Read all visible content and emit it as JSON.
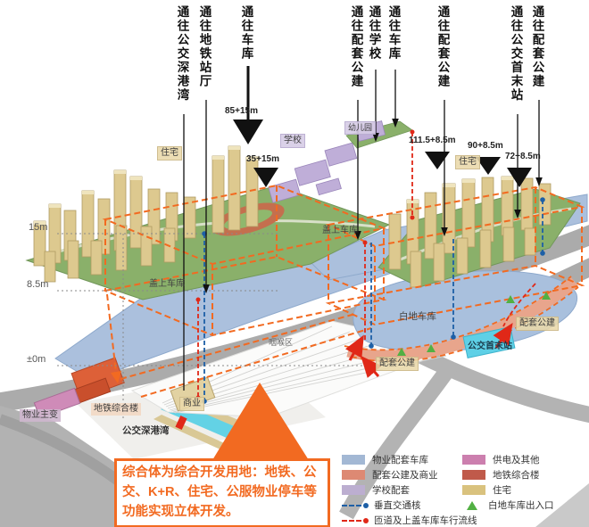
{
  "top_labels": [
    "通往公交深港湾",
    "通往地铁站厅",
    "通往车库",
    "通往配套公建",
    "通往学校",
    "通往车库",
    "通往配套公建",
    "通往公交首末站",
    "通往配套公建"
  ],
  "measurements": [
    "85+15m",
    "35+15m",
    "111.5+8.5m",
    "90+8.5m",
    "72+8.5m"
  ],
  "elevations": [
    "15m",
    "8.5m",
    "±0m"
  ],
  "areas": {
    "residential_left": "住宅",
    "residential_right": "住宅",
    "school": "学校",
    "kindergarten": "幼儿园",
    "deck_garage_left": "盖上车库",
    "deck_garage_right": "盖上车库",
    "white_land_garage": "白地车库",
    "support_public_right": "配套公建",
    "support_public_bottom": "配套公建",
    "bus_terminal": "公交首末站",
    "commercial": "商业",
    "metro_complex": "地铁综合楼",
    "property_substation": "物业主变",
    "bus_bay": "公交深港湾",
    "throat_area": "咽喉区"
  },
  "callout": "综合体为综合开发用地：地铁、公交、K+R、住宅、公服物业停车等功能实现立体开发。",
  "legend": {
    "left": [
      {
        "label": "物业配套车库",
        "color": "#a3b8d4"
      },
      {
        "label": "配套公建及商业",
        "color": "#dd8973"
      },
      {
        "label": "学校配套",
        "color": "#bcaed0"
      },
      {
        "label": "垂直交通核",
        "color": "#1d5fa6"
      },
      {
        "label": "匝道及上盖车库车行流线",
        "color": "#e02818"
      }
    ],
    "right": [
      {
        "label": "供电及其他",
        "color": "#cc7fae"
      },
      {
        "label": "地铁综合楼",
        "color": "#c05a4a"
      },
      {
        "label": "住宅",
        "color": "#d9c27e"
      },
      {
        "label": "白地车库出入口",
        "color": "#52b043"
      }
    ]
  },
  "colors": {
    "accent_orange": "#f26a21",
    "dash_red": "#e02818",
    "dash_blue": "#1d5fa6",
    "deck_blue": "#abc0dd",
    "deck_green": "#8ab06a",
    "band_salmon": "#e8a58c",
    "bus_cyan": "#63d2e5",
    "entrance_green": "#52b043"
  }
}
